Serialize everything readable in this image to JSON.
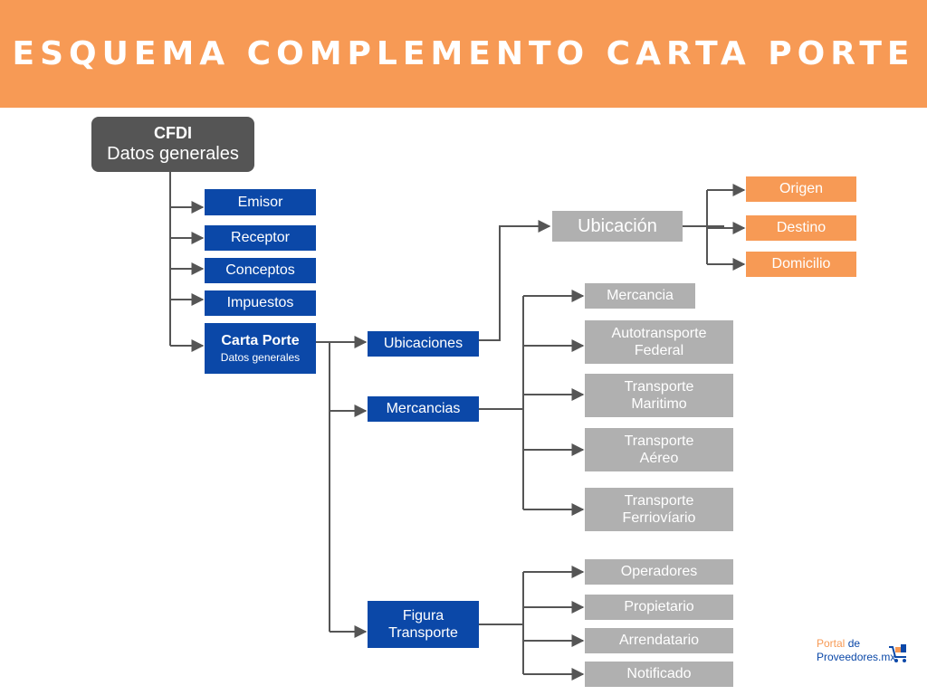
{
  "title": "ESQUEMA COMPLEMENTO CARTA PORTE",
  "cfdi": {
    "title": "CFDI",
    "subtitle": "Datos generales"
  },
  "level1": [
    "Emisor",
    "Receptor",
    "Conceptos",
    "Impuestos"
  ],
  "carta_porte": {
    "title": "Carta Porte",
    "subtitle": "Datos generales"
  },
  "level2": {
    "ubicaciones": "Ubicaciones",
    "mercancias": "Mercancias",
    "figura": [
      "Figura",
      "Transporte"
    ]
  },
  "ubicacion": "Ubicación",
  "ubicacion_children": [
    "Origen",
    "Destino",
    "Domicilio"
  ],
  "mercancias_children": [
    [
      "Mercancia"
    ],
    [
      "Autotransporte",
      "Federal"
    ],
    [
      "Transporte",
      "Maritimo"
    ],
    [
      "Transporte",
      "Aéreo"
    ],
    [
      "Transporte",
      "Ferriovíario"
    ]
  ],
  "figura_children": [
    "Operadores",
    "Propietario",
    "Arrendatario",
    "Notificado"
  ],
  "logo": {
    "line1a": "Portal",
    "line1b": " de",
    "line2": "Proveedores.mx"
  },
  "colors": {
    "header": "#f79a55",
    "blue": "#0b48a8",
    "gray": "#b0b0b0",
    "dark": "#555555",
    "line": "#555555"
  }
}
